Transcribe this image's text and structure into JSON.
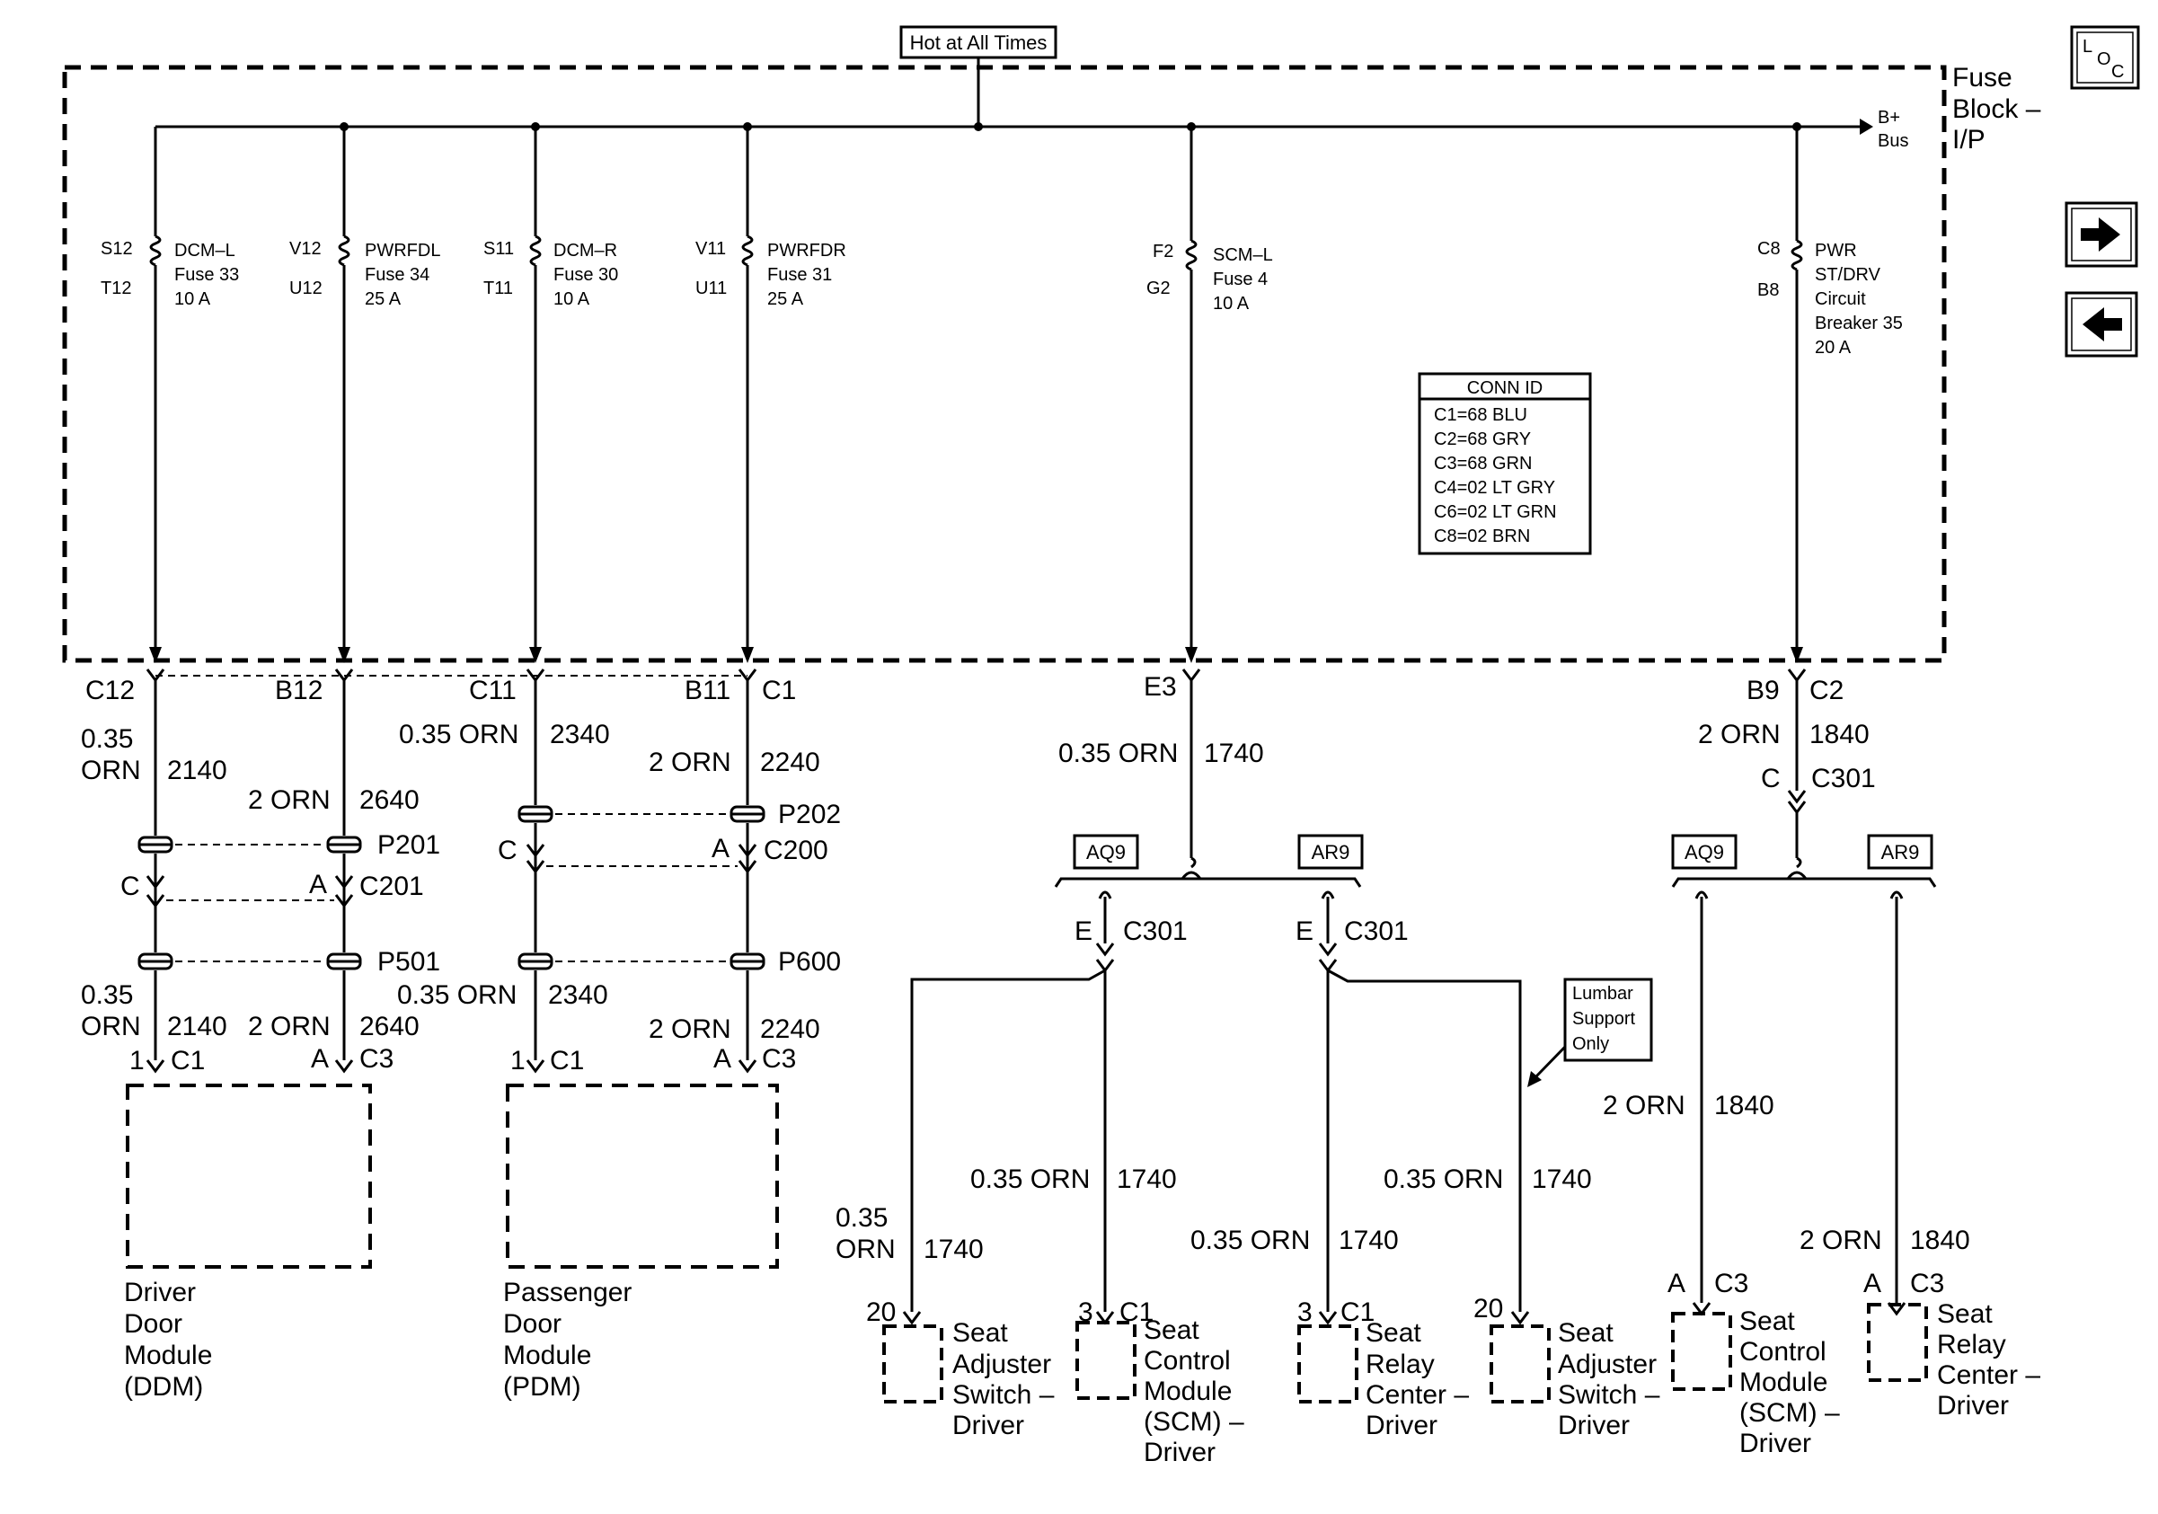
{
  "hot_label": "Hot at All Times",
  "fuse_block_label": [
    "Fuse",
    "Block –",
    "I/P"
  ],
  "bus_label": [
    "B+",
    "Bus"
  ],
  "loc_icon_label": [
    "L",
    "O",
    "C"
  ],
  "conn_id": {
    "title": "CONN ID",
    "rows": [
      "C1=68 BLU",
      "C2=68 GRY",
      "C3=68 GRN",
      "C4=02 LT GRY",
      "C6=02 LT GRN",
      "C8=02 BRN"
    ]
  },
  "fuses": [
    {
      "top": "S12",
      "bottom": "T12",
      "lines": [
        "DCM–L",
        "Fuse 33",
        "10 A"
      ],
      "conn": "C12"
    },
    {
      "top": "V12",
      "bottom": "U12",
      "lines": [
        "PWRFDL",
        "Fuse 34",
        "25 A"
      ],
      "conn": "B12"
    },
    {
      "top": "S11",
      "bottom": "T11",
      "lines": [
        "DCM–R",
        "Fuse 30",
        "10 A"
      ],
      "conn": "C11"
    },
    {
      "top": "V11",
      "bottom": "U11",
      "lines": [
        "PWRFDR",
        "Fuse 31",
        "25 A"
      ],
      "conn": "B11",
      "conn2": "C1"
    },
    {
      "top": "F2",
      "bottom": "G2",
      "lines": [
        "SCM–L",
        "Fuse 4",
        "10 A"
      ],
      "conn": "E3"
    },
    {
      "top": "C8",
      "bottom": "B8",
      "lines": [
        "PWR",
        "ST/DRV",
        "Circuit",
        "Breaker 35",
        "20 A"
      ],
      "conn": "B9",
      "conn2": "C2"
    }
  ],
  "wires": {
    "w2140_top": [
      "0.35",
      "ORN",
      "2140"
    ],
    "w2640_top": [
      "2 ORN",
      "2640"
    ],
    "w2340_top": [
      "0.35 ORN",
      "2340"
    ],
    "w2240_top": [
      "2 ORN",
      "2240"
    ],
    "w1740_top": [
      "0.35 ORN",
      "1740"
    ],
    "w1840_top": [
      "2 ORN",
      "1840"
    ],
    "w2140_bot": [
      "0.35",
      "ORN",
      "2140"
    ],
    "w2640_bot": [
      "2 ORN",
      "2640"
    ],
    "w2340_bot": [
      "0.35 ORN",
      "2340"
    ],
    "w2240_bot": [
      "2 ORN",
      "2240"
    ],
    "w1740_a": [
      "0.35",
      "ORN",
      "1740"
    ],
    "w1740_b": [
      "0.35 ORN",
      "1740"
    ],
    "w1740_c": [
      "0.35 ORN",
      "1740"
    ],
    "w1740_d": [
      "0.35 ORN",
      "1740"
    ],
    "w1840_mid": [
      "2 ORN",
      "1840"
    ],
    "w1840_right": [
      "2 ORN",
      "1840"
    ]
  },
  "inline_conns": {
    "p201": "P201",
    "c201": "C201",
    "c201_left": "C",
    "c201_right": "A",
    "p501": "P501",
    "p202": "P202",
    "c200": "C200",
    "c200_left": "C",
    "c200_right": "A",
    "p600": "P600",
    "c301_main": "C301",
    "c301_main_pin": "C",
    "c301_left": "C301",
    "c301_left_pin": "E",
    "c301_right": "C301",
    "c301_right_pin": "E"
  },
  "options": [
    "AQ9",
    "AR9",
    "AQ9",
    "AR9"
  ],
  "note": [
    "Lumbar",
    "Support",
    "Only"
  ],
  "modules": [
    {
      "pin": "1",
      "conn": "C1",
      "pin2": "A",
      "conn2": "C3",
      "name": [
        "Driver",
        "Door",
        "Module",
        "(DDM)"
      ]
    },
    {
      "pin": "1",
      "conn": "C1",
      "pin2": "A",
      "conn2": "C3",
      "name": [
        "Passenger",
        "Door",
        "Module",
        "(PDM)"
      ]
    },
    {
      "pin": "20",
      "conn": "",
      "name": [
        "Seat",
        "Adjuster",
        "Switch –",
        "Driver"
      ]
    },
    {
      "pin": "3",
      "conn": "C1",
      "name": [
        "Seat",
        "Control",
        "Module",
        "(SCM) –",
        "Driver"
      ]
    },
    {
      "pin": "3",
      "conn": "C1",
      "name": [
        "Seat",
        "Relay",
        "Center –",
        "Driver"
      ]
    },
    {
      "pin": "20",
      "conn": "",
      "name": [
        "Seat",
        "Adjuster",
        "Switch –",
        "Driver"
      ]
    },
    {
      "pin": "A",
      "conn": "C3",
      "name": [
        "Seat",
        "Control",
        "Module",
        "(SCM) –",
        "Driver"
      ]
    },
    {
      "pin": "A",
      "conn": "C3",
      "name": [
        "Seat",
        "Relay",
        "Center –",
        "Driver"
      ]
    }
  ]
}
